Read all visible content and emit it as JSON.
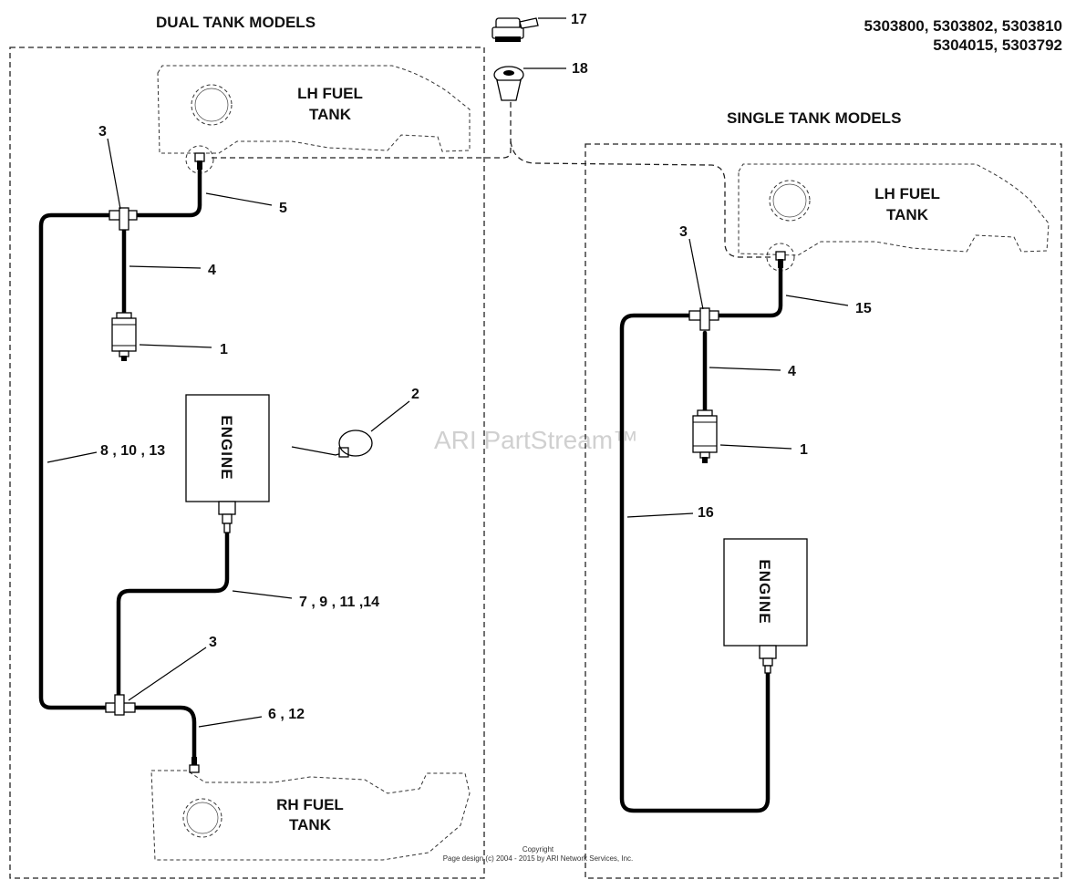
{
  "headings": {
    "dual": "DUAL TANK MODELS",
    "single": "SINGLE TANK MODELS",
    "models_line1": "5303800, 5303802, 5303810",
    "models_line2": "5304015, 5303792"
  },
  "tanks": {
    "dual_lh_line1": "LH FUEL",
    "dual_lh_line2": "TANK",
    "dual_rh_line1": "RH FUEL",
    "dual_rh_line2": "TANK",
    "single_lh_line1": "LH FUEL",
    "single_lh_line2": "TANK"
  },
  "engine_label": "ENGINE",
  "callouts": {
    "c17": "17",
    "c18": "18",
    "c3_top": "3",
    "c5": "5",
    "c4_left": "4",
    "c1_left": "1",
    "c2": "2",
    "c8_10_13": "8 , 10 , 13",
    "c7_9_11_14": "7 , 9 , 11 ,14",
    "c3_bottom": "3",
    "c6_12": "6 , 12",
    "c3_right": "3",
    "c15": "15",
    "c4_right": "4",
    "c1_right": "1",
    "c16": "16"
  },
  "watermark": "ARI PartStream™",
  "copyright_line1": "Copyright",
  "copyright_line2": "Page design (c) 2004 - 2015 by ARI Network Services, Inc."
}
